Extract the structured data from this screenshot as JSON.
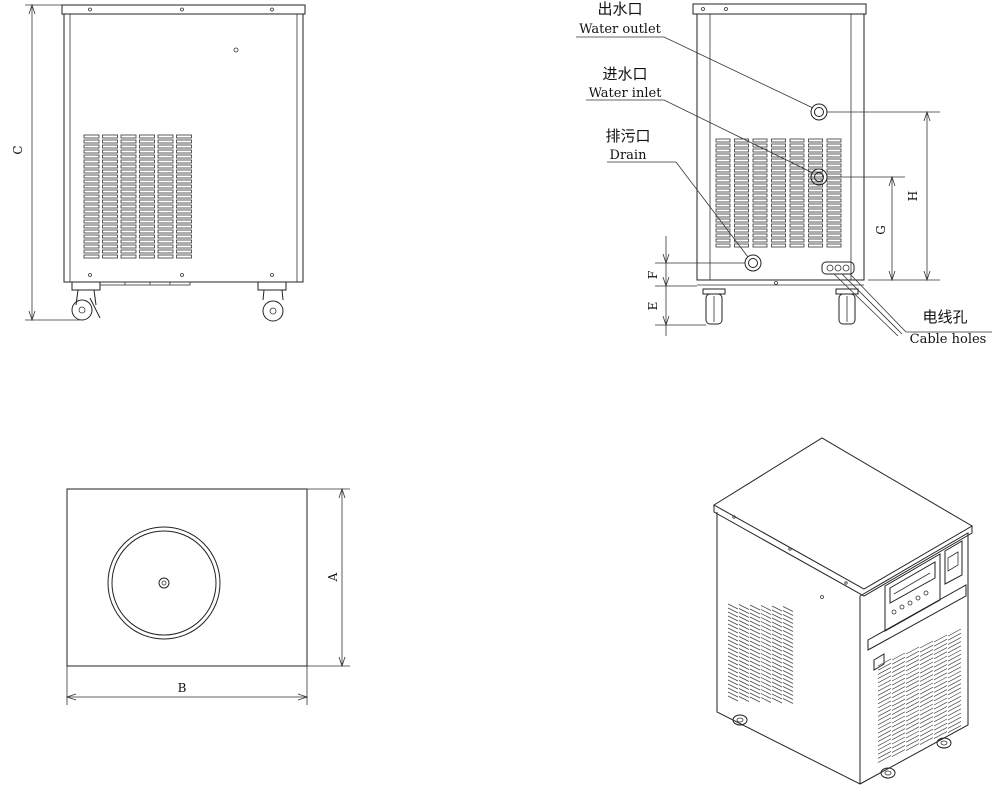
{
  "dimensions": {
    "a": "A",
    "b": "B",
    "c": "C",
    "e": "E",
    "f": "F",
    "g": "G",
    "h": "H"
  },
  "ports": {
    "water_outlet": {
      "zh": "出水口",
      "en": "Water outlet"
    },
    "water_inlet": {
      "zh": "进水口",
      "en": "Water inlet"
    },
    "drain": {
      "zh": "排污口",
      "en": "Drain"
    },
    "cable_holes": {
      "zh": "电线孔",
      "en": "Cable holes"
    }
  }
}
